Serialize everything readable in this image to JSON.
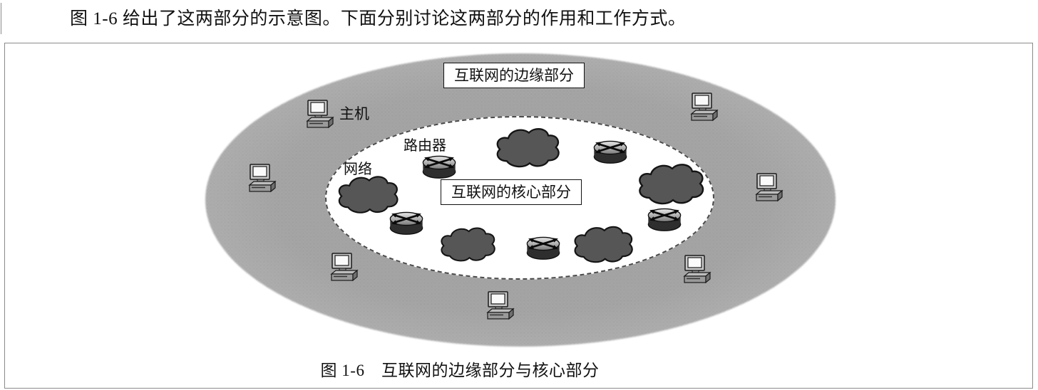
{
  "page": {
    "intro_text": "图 1-6 给出了这两部分的示意图。下面分别讨论这两部分的作用和工作方式。",
    "figure_caption": "图 1-6　互联网的边缘部分与核心部分"
  },
  "diagram": {
    "edge_part_label": "互联网的边缘部分",
    "core_part_label": "互联网的核心部分",
    "labels": {
      "host": "主机",
      "router": "路由器",
      "network": "网络"
    },
    "node_counts": {
      "hosts": 7,
      "routers": 5,
      "network_clouds": 5
    },
    "icon_names": {
      "host": "host-computer-icon",
      "router": "router-icon",
      "network_cloud": "network-cloud-icon"
    },
    "colors": {
      "edge_region_fill": "#aeaeae",
      "core_region_fill": "#ffffff",
      "cloud_fill": "#565656",
      "outline": "#141414"
    }
  }
}
